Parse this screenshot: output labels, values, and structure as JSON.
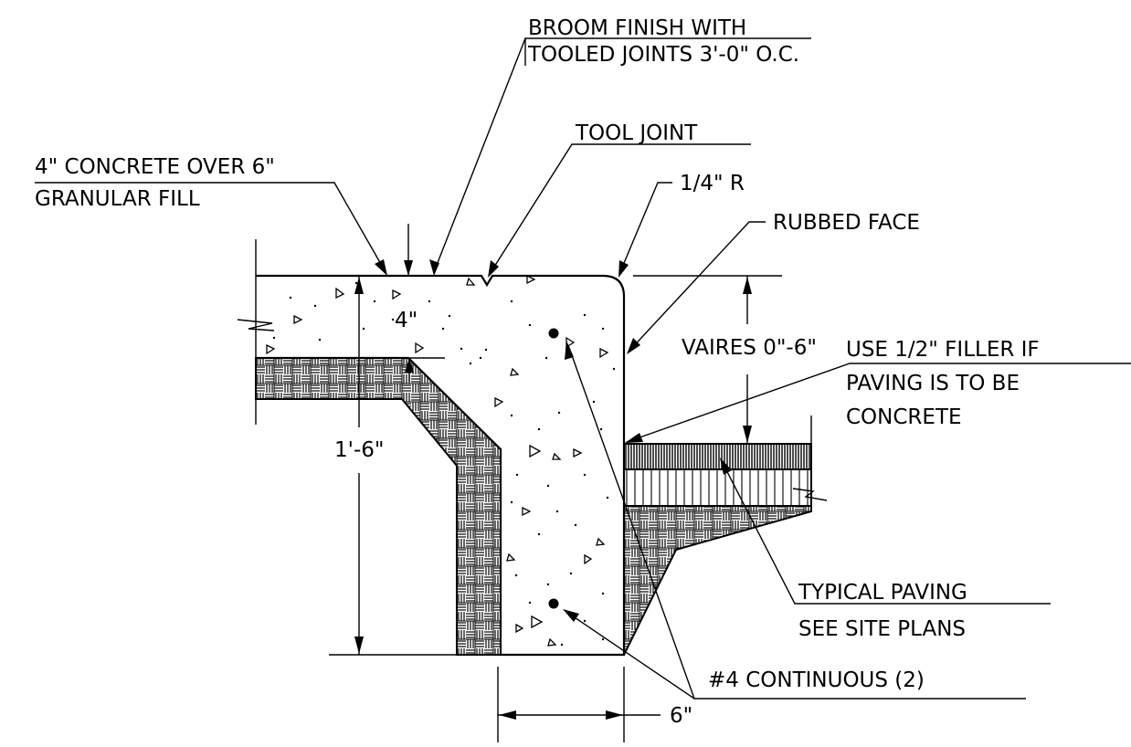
{
  "labels": {
    "broom_finish_line1": "BROOM FINISH WITH",
    "broom_finish_line2": "TOOLED JOINTS 3'-0\" O.C.",
    "tool_joint": "TOOL JOINT",
    "concrete_line1": "4\" CONCRETE OVER 6\"",
    "concrete_line2": "GRANULAR FILL",
    "radius": "1/4\" R",
    "rubbed_face": "RUBBED FACE",
    "varies": "VAIRES 0\"-6\"",
    "filler_line1": "USE 1/2\" FILLER IF",
    "filler_line2": "PAVING IS TO BE",
    "filler_line3": "CONCRETE",
    "paving_line1": "TYPICAL PAVING",
    "paving_line2": "SEE SITE PLANS",
    "rebar": "#4 CONTINUOUS (2)",
    "dim_slab": "4\"",
    "dim_depth": "1'-6\"",
    "dim_width": "6\""
  }
}
